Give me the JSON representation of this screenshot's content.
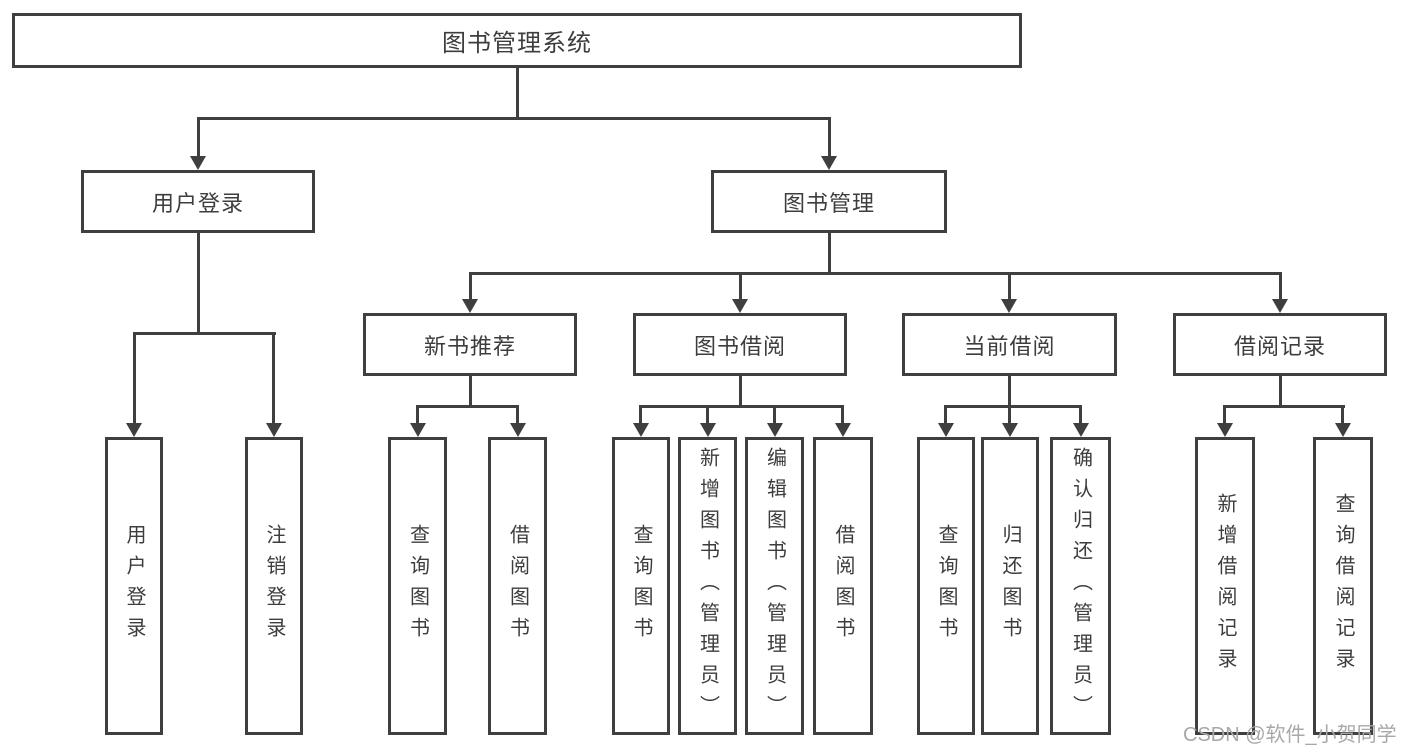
{
  "colors": {
    "line": "#3f3f3f",
    "text": "#3d3d3d",
    "watermark": "#a8a8a8"
  },
  "root": {
    "label": "图书管理系统"
  },
  "branches": {
    "user": {
      "label": "用户登录",
      "children": [
        "用户登录",
        "注销登录"
      ]
    },
    "books": {
      "label": "图书管理"
    }
  },
  "modules": [
    {
      "label": "新书推荐",
      "children": [
        "查询图书",
        "借阅图书"
      ]
    },
    {
      "label": "图书借阅",
      "children": [
        "查询图书",
        "新增图书（管理员）",
        "编辑图书（管理员）",
        "借阅图书"
      ]
    },
    {
      "label": "当前借阅",
      "children": [
        "查询图书",
        "归还图书",
        "确认归还（管理员）"
      ]
    },
    {
      "label": "借阅记录",
      "children": [
        "新增借阅记录",
        "查询借阅记录"
      ]
    }
  ],
  "watermark": "CSDN @软件_小贺同学"
}
